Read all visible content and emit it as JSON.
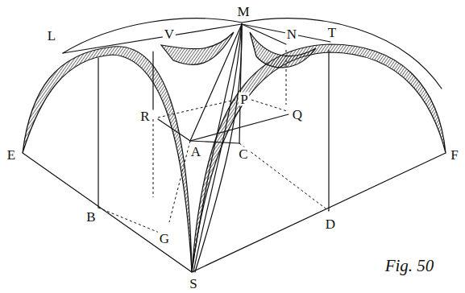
{
  "diagram": {
    "labels": [
      "L",
      "V",
      "M",
      "N",
      "T",
      "R",
      "P",
      "Q",
      "A",
      "C",
      "E",
      "B",
      "G",
      "D",
      "F",
      "S",
      "Fig. 50"
    ]
  }
}
